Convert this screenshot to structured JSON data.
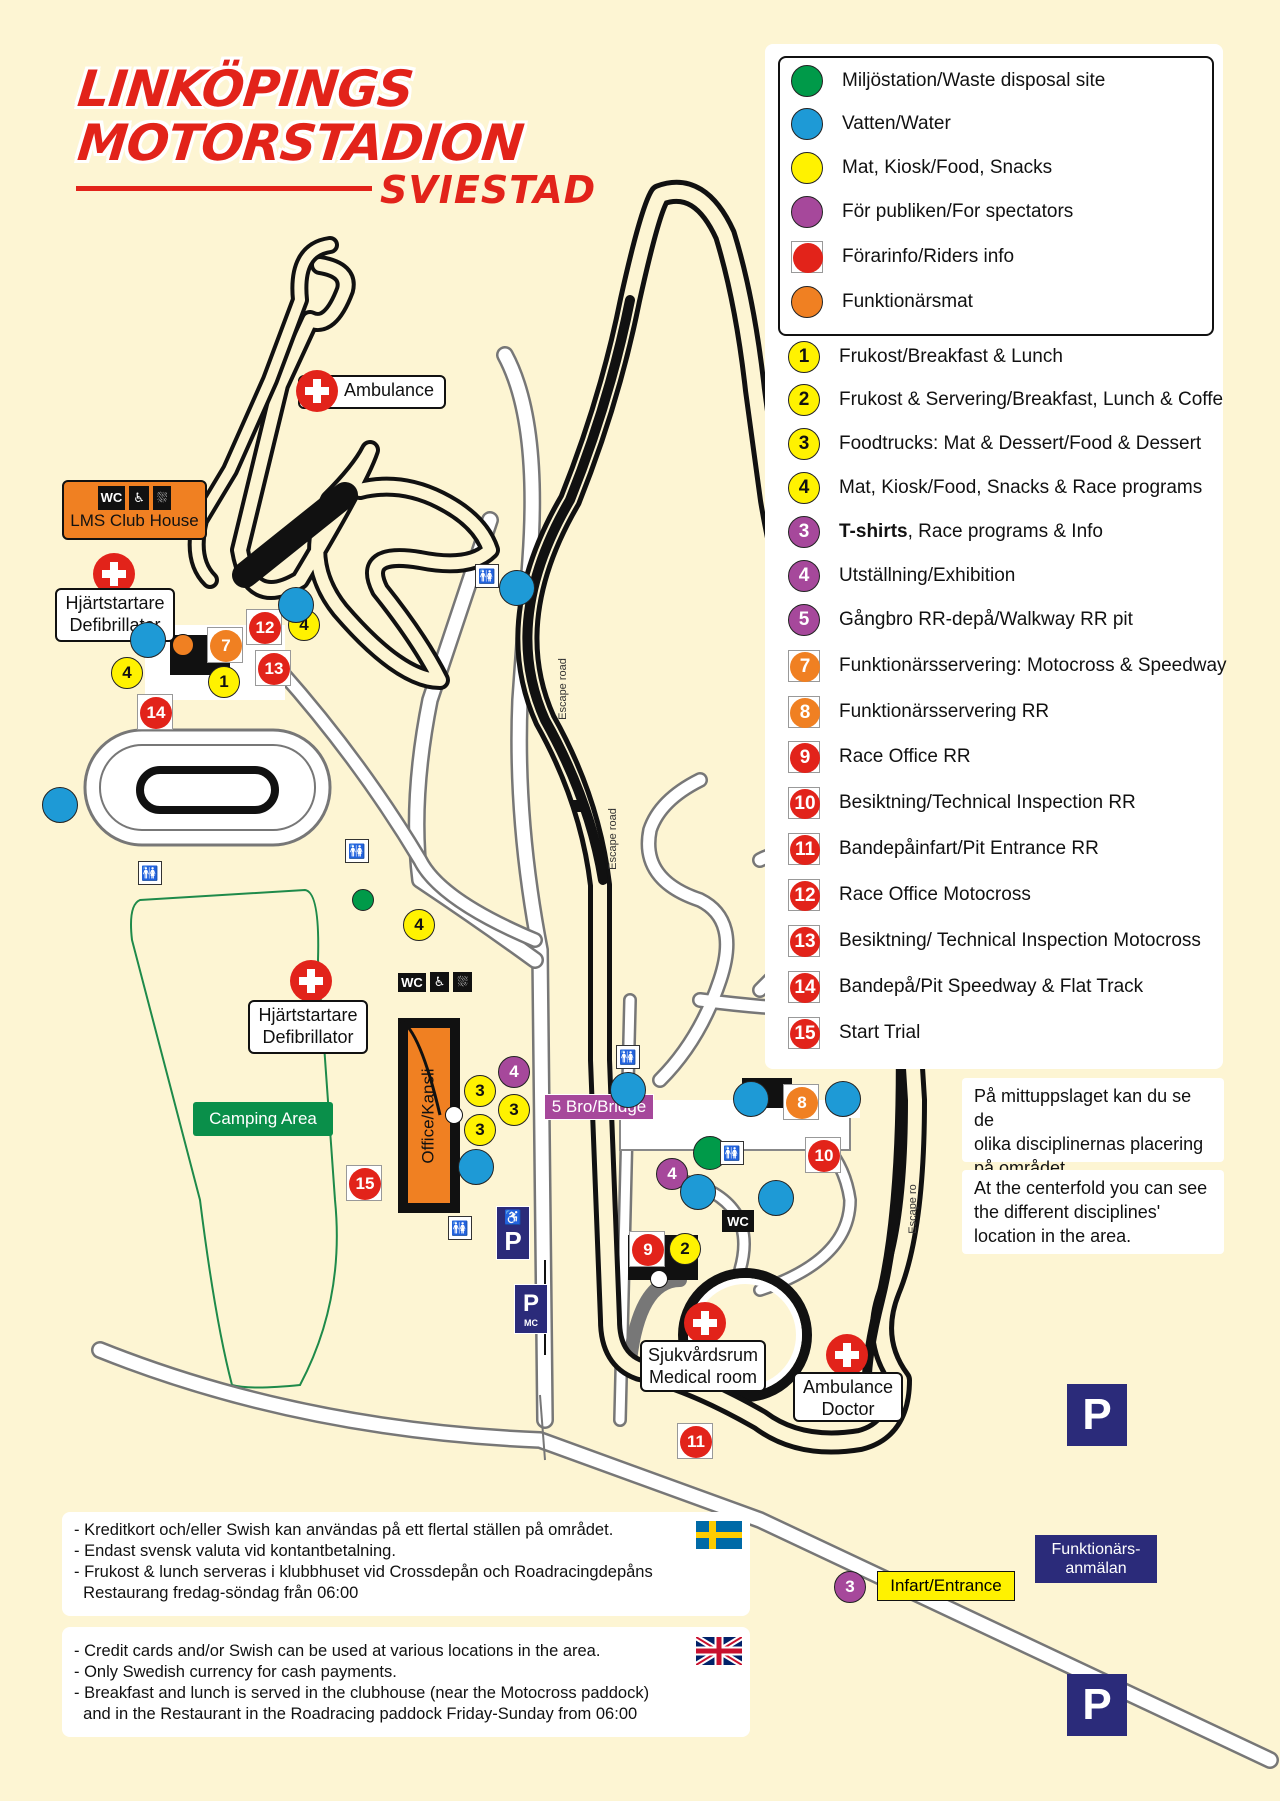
{
  "title": {
    "line1": "LINKÖPINGS",
    "line2": "MOTORSTADION",
    "line3": "SVIESTAD"
  },
  "colors": {
    "background": "#fdf5d3",
    "brand_red": "#e2231a",
    "track": "#111111",
    "green": "#009a49",
    "blue": "#1e9ad6",
    "yellow": "#fff200",
    "purple": "#a6489b",
    "red": "#e2231a",
    "orange": "#f08022",
    "parking": "#2b2b7a"
  },
  "legend_categories": [
    {
      "color": "green",
      "label": "Miljöstation/Waste disposal site"
    },
    {
      "color": "blue",
      "label": "Vatten/Water"
    },
    {
      "color": "yellow",
      "label": "Mat, Kiosk/Food, Snacks"
    },
    {
      "color": "purple",
      "label": "För publiken/For spectators"
    },
    {
      "color": "red",
      "label": "Förarinfo/Riders info"
    },
    {
      "color": "orange",
      "label": "Funktionärsmat"
    }
  ],
  "legend_numbered": [
    {
      "num": "1",
      "color": "yellow",
      "label": "Frukost/Breakfast & Lunch"
    },
    {
      "num": "2",
      "color": "yellow",
      "label": "Frukost & Servering/Breakfast, Lunch & Coffe"
    },
    {
      "num": "3",
      "color": "yellow",
      "label": "Foodtrucks: Mat & Dessert/Food & Dessert"
    },
    {
      "num": "4",
      "color": "yellow",
      "label": "Mat, Kiosk/Food, Snacks & Race programs"
    },
    {
      "num": "3",
      "color": "purple",
      "label": "T-shirts, Race programs & Info"
    },
    {
      "num": "4",
      "color": "purple",
      "label": "Utställning/Exhibition"
    },
    {
      "num": "5",
      "color": "purple",
      "label": "Gångbro RR-depå/Walkway RR pit"
    },
    {
      "num": "7",
      "color": "orange",
      "label": "Funktionärsservering: Motocross & Speedway"
    },
    {
      "num": "8",
      "color": "orange",
      "label": "Funktionärsservering RR"
    },
    {
      "num": "9",
      "color": "red",
      "label": "Race Office RR"
    },
    {
      "num": "10",
      "color": "red",
      "label": "Besiktning/Technical Inspection RR"
    },
    {
      "num": "11",
      "color": "red",
      "label": "Bandepåinfart/Pit Entrance RR"
    },
    {
      "num": "12",
      "color": "red",
      "label": "Race Office Motocross"
    },
    {
      "num": "13",
      "color": "red",
      "label": "Besiktning/ Technical Inspection Motocross"
    },
    {
      "num": "14",
      "color": "red",
      "label": "Bandepå/Pit Speedway & Flat Track"
    },
    {
      "num": "15",
      "color": "red",
      "label": "Start Trial"
    }
  ],
  "map_labels": {
    "ambulance": "Ambulance",
    "lms_club_house": "LMS Club House",
    "wc": "WC",
    "defib_1_l1": "Hjärtstartare",
    "defib_1_l2": "Defibrillator",
    "defib_2_l1": "Hjärtstartare",
    "defib_2_l2": "Defibrillator",
    "office": "Office/Kansli",
    "camping": "Camping Area",
    "bridge": "5 Bro/Bridge",
    "medical_l1": "Sjukvårdsrum",
    "medical_l2": "Medical room",
    "ambulance_doctor_l1": "Ambulance",
    "ambulance_doctor_l2": "Doctor",
    "escape_road_1": "Escape road",
    "escape_road_2": "Escape road",
    "escape_road_3": "Escape ro",
    "entrance": "Infart/Entrance",
    "funktionars_l1": "Funktionärs-",
    "funktionars_l2": "anmälan",
    "parking": "P",
    "parking_mc": "MC"
  },
  "centerfold": {
    "sv": [
      "På mittuppslaget kan du se de",
      "olika disciplinernas placering",
      "på området."
    ],
    "en": [
      "At the centerfold you can see",
      "the different disciplines'",
      "location in the area."
    ]
  },
  "info_sv": [
    "- Kreditkort och/eller Swish kan användas på ett flertal ställen på området.",
    "- Endast svensk valuta vid kontantbetalning.",
    "- Frukost & lunch serveras i klubbhuset vid Crossdepån och Roadracingdepåns",
    "  Restaurang fredag-söndag från 06:00"
  ],
  "info_en": [
    "- Credit cards and/or Swish can be used at various locations in the area.",
    "- Only Swedish currency for cash payments.",
    "- Breakfast and lunch is served in the clubhouse (near the Motocross paddock)",
    "  and in the Restaurant in the Roadracing paddock Friday-Sunday from 06:00"
  ],
  "map_markers": [
    {
      "num": "7",
      "color": "orange"
    },
    {
      "num": "12",
      "color": "red"
    },
    {
      "num": "4",
      "color": "yellow"
    },
    {
      "num": "13",
      "color": "red"
    },
    {
      "num": "4",
      "color": "yellow"
    },
    {
      "num": "1",
      "color": "yellow"
    },
    {
      "num": "14",
      "color": "red"
    },
    {
      "num": "4",
      "color": "yellow"
    },
    {
      "num": "4",
      "color": "purple"
    },
    {
      "num": "3",
      "color": "yellow"
    },
    {
      "num": "3",
      "color": "yellow"
    },
    {
      "num": "3",
      "color": "yellow"
    },
    {
      "num": "15",
      "color": "red"
    },
    {
      "num": "8",
      "color": "orange"
    },
    {
      "num": "10",
      "color": "red"
    },
    {
      "num": "4",
      "color": "purple"
    },
    {
      "num": "9",
      "color": "red"
    },
    {
      "num": "2",
      "color": "yellow"
    },
    {
      "num": "11",
      "color": "red"
    },
    {
      "num": "3",
      "color": "purple"
    }
  ]
}
